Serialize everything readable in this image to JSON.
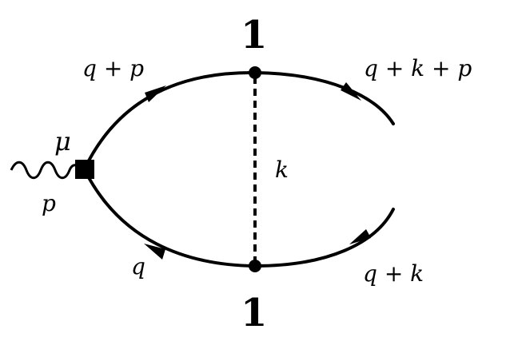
{
  "labels": {
    "top_left_momentum": "q + p",
    "top_right_momentum": "q + k + p",
    "bottom_left_momentum": "q",
    "bottom_right_momentum": "q + k",
    "internal_momentum": "k",
    "external_index": "μ",
    "external_momentum": "p",
    "top_vertex": "1",
    "bottom_vertex": "1"
  },
  "colors": {
    "stroke": "#000000",
    "background": "#ffffff"
  }
}
